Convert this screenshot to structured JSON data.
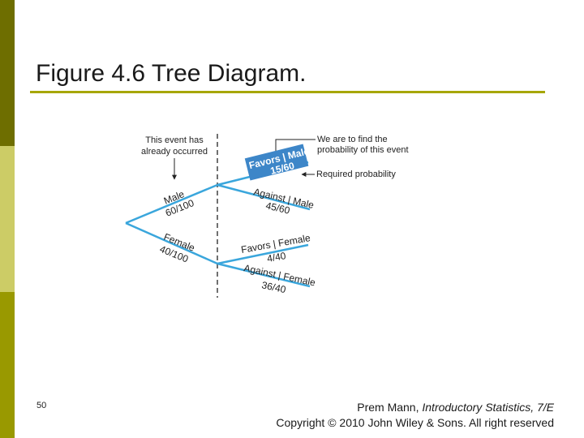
{
  "slide": {
    "title": "Figure 4.6 Tree Diagram.",
    "page_number": "50",
    "footer": {
      "author": "Prem Mann,",
      "book": "Introductory Statistics, 7/E",
      "copyright": "Copyright © 2010 John Wiley & Sons. All right reserved"
    }
  },
  "diagram": {
    "note_left_line1": "This event has",
    "note_left_line2": "already occurred",
    "note_right_line1": "We are to find the",
    "note_right_line2": "probability of this event",
    "required_label": "Required probability",
    "branch_male": "Male",
    "prob_male": "60/100",
    "branch_female": "Female",
    "prob_female": "40/100",
    "favors_male": "Favors | Male",
    "prob_favors_male": "15/60",
    "against_male": "Against | Male",
    "prob_against_male": "45/60",
    "favors_female": "Favors | Female",
    "prob_favors_female": "4/40",
    "against_female": "Against | Female",
    "prob_against_female": "36/40",
    "colors": {
      "branch": "#3aa6dc",
      "highlight": "#3d86c8",
      "highlight_text": "#ffffff",
      "text": "#222222"
    }
  }
}
